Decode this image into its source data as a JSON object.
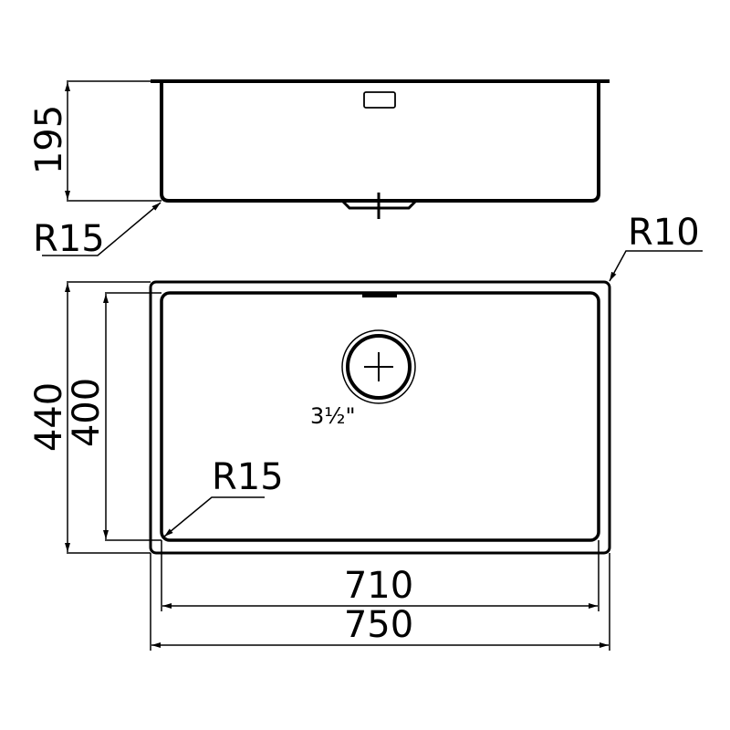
{
  "drawing": {
    "side_view": {
      "height_label": "195",
      "corner_radius_label": "R15"
    },
    "top_view": {
      "outer_height_label": "440",
      "inner_height_label": "400",
      "inner_width_label": "710",
      "outer_width_label": "750",
      "outer_corner_radius_label": "R10",
      "inner_corner_radius_label": "R15",
      "drain_size_label": "3½\""
    },
    "line_color": "#000000",
    "background": "#ffffff"
  }
}
